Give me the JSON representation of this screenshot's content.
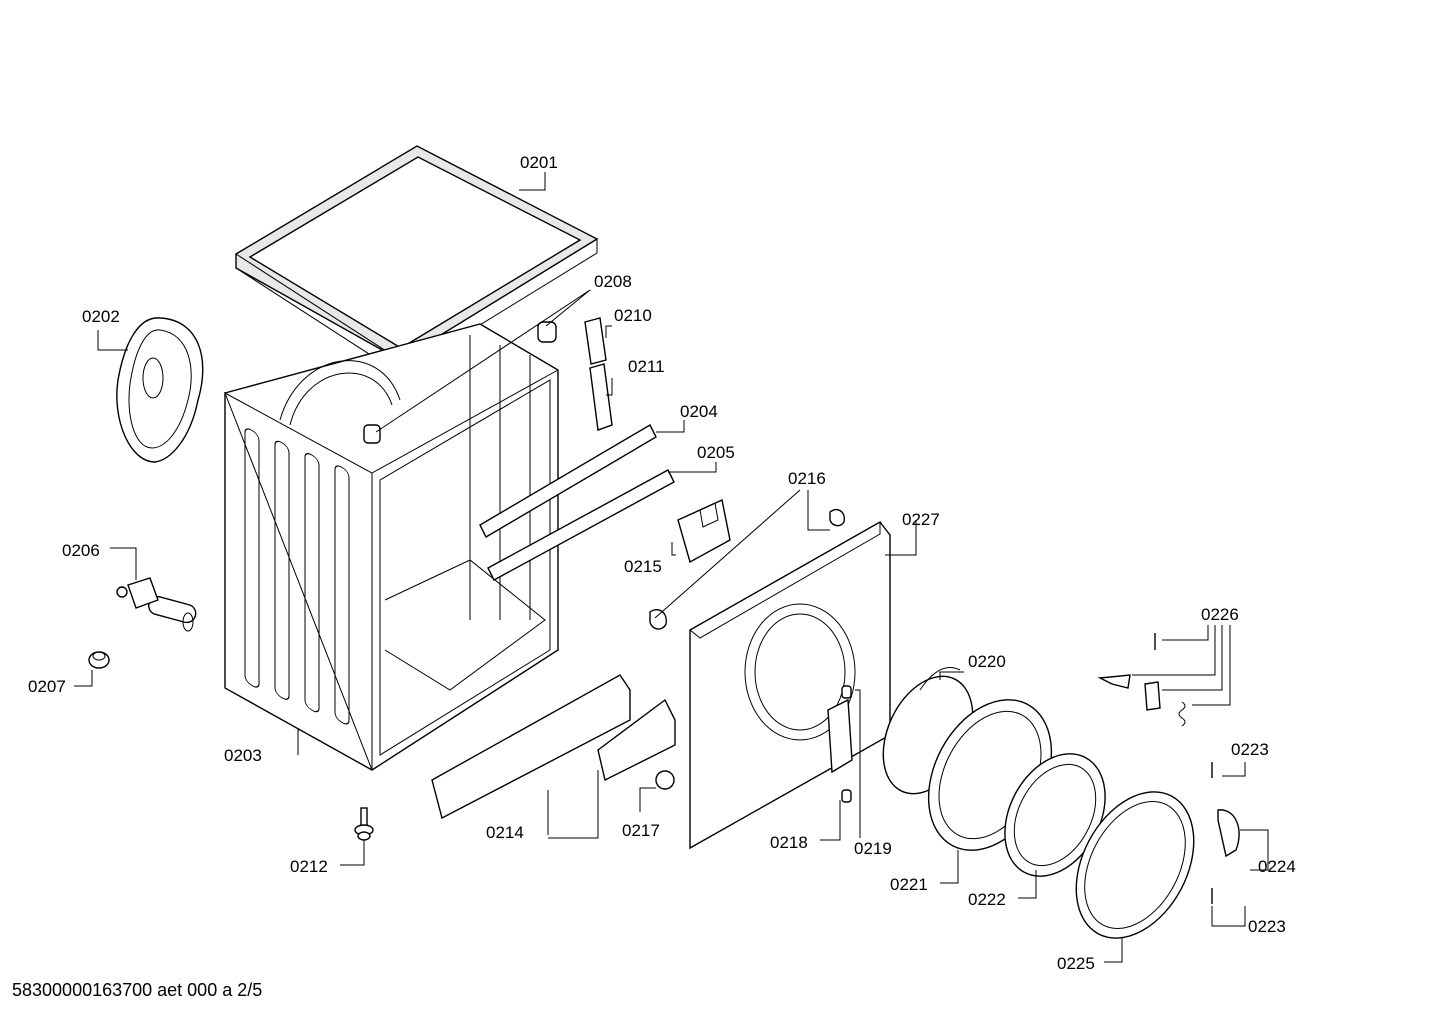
{
  "labels": {
    "p0201": "0201",
    "p0202": "0202",
    "p0203": "0203",
    "p0204": "0204",
    "p0205": "0205",
    "p0206": "0206",
    "p0207": "0207",
    "p0208": "0208",
    "p0210": "0210",
    "p0211": "0211",
    "p0212": "0212",
    "p0214": "0214",
    "p0215": "0215",
    "p0216": "0216",
    "p0217": "0217",
    "p0218": "0218",
    "p0219": "0219",
    "p0220": "0220",
    "p0221": "0221",
    "p0222": "0222",
    "p0223a": "0223",
    "p0223b": "0223",
    "p0224": "0224",
    "p0225": "0225",
    "p0226": "0226",
    "p0227": "0227"
  },
  "footer": "58300000163700 aet 000 a 2/5",
  "icons": [
    "washing-machine-exploded-view"
  ]
}
